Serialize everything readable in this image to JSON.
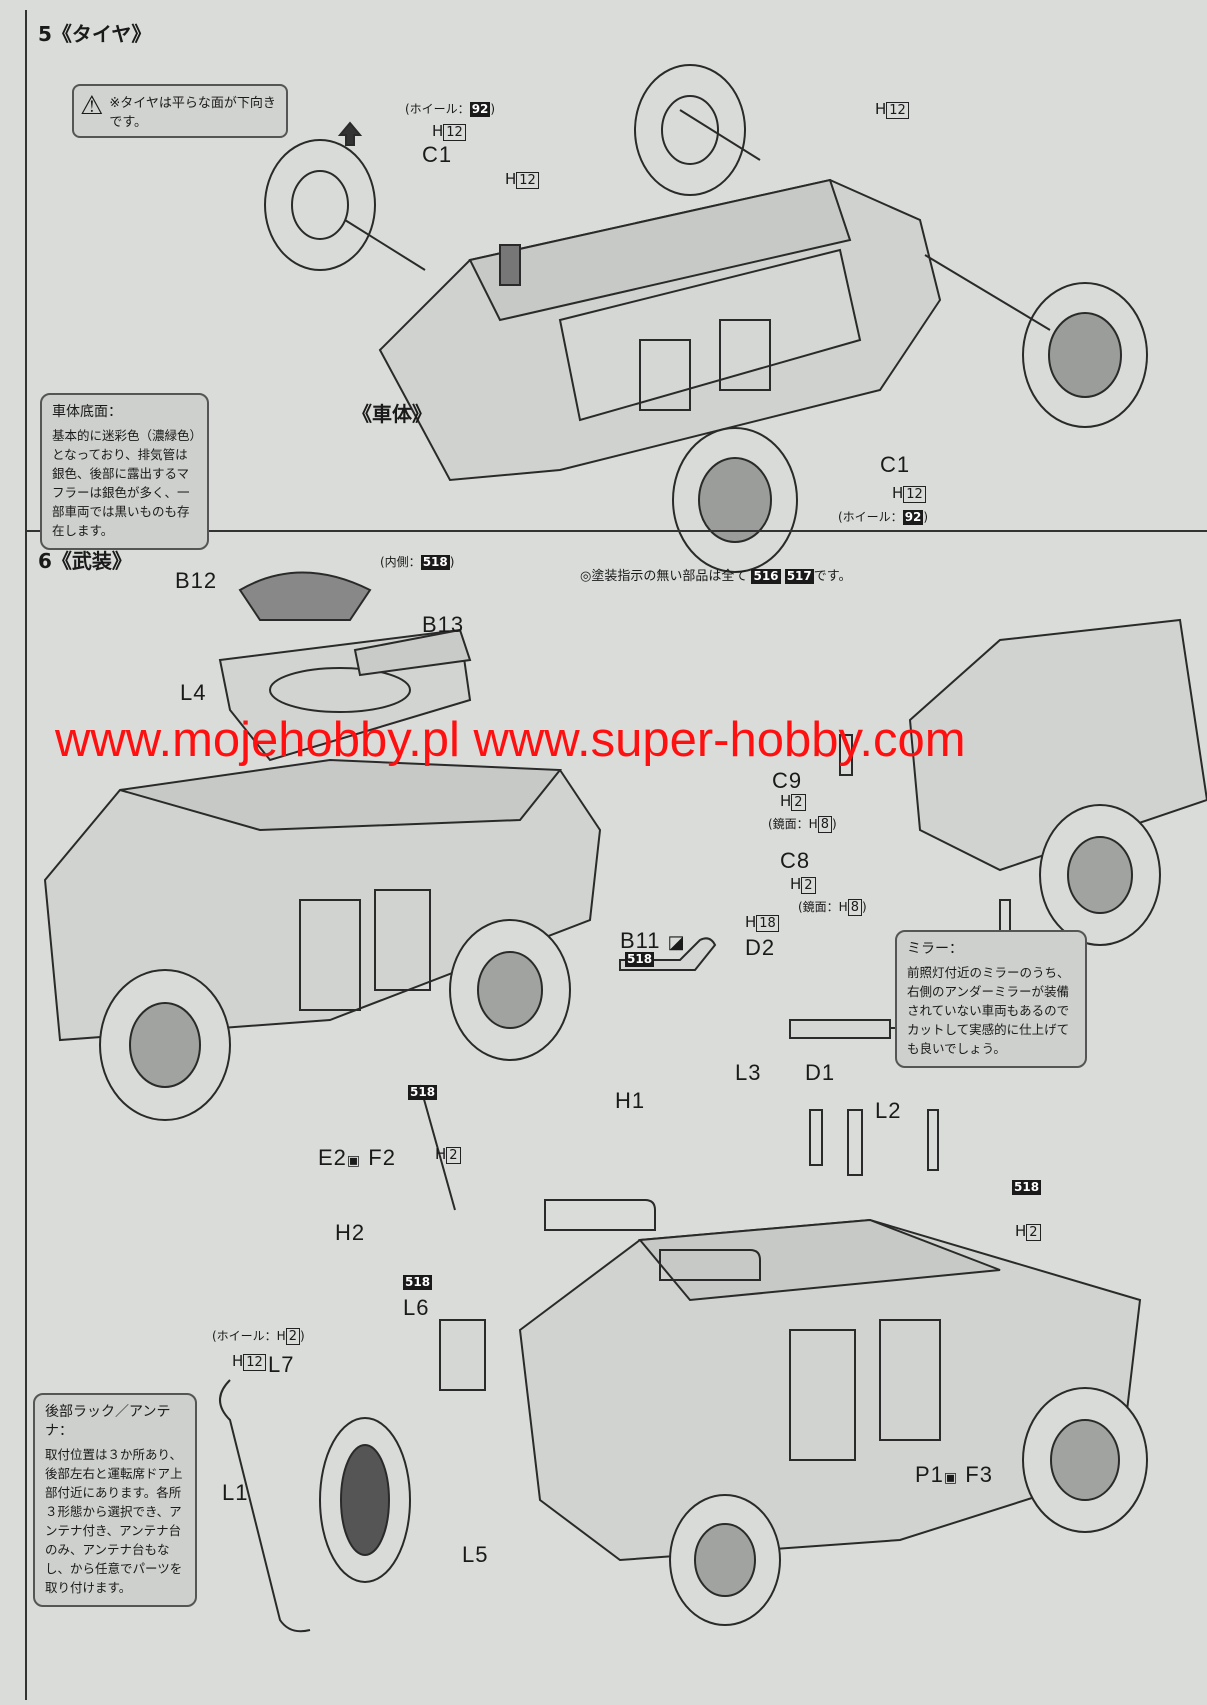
{
  "step5": {
    "title": "5《タイヤ》",
    "caution": "※タイヤは平らな面が下向きです。",
    "wheel_paint_top": {
      "prefix": "(ホイール：",
      "code": "92",
      "suffix": ")"
    },
    "c1_top_paint": "12",
    "c1_top_label": "C1",
    "h12_mid": "12",
    "h12_right": "12",
    "body_label": "《車体》",
    "note": {
      "title": "車体底面：",
      "body": "基本的に迷彩色（濃緑色）となっており、排気管は銀色、後部に露出するマフラーは銀色が多く、一部車両では黒いものも存在します。"
    },
    "c1_bottom_label": "C1",
    "c1_bottom_paint": "12",
    "wheel_paint_bottom": {
      "prefix": "(ホイール：",
      "code": "92",
      "suffix": ")"
    }
  },
  "step6": {
    "title": "6《武装》",
    "b12": "B12",
    "inner_paint": {
      "prefix": "(内側：",
      "code": "518",
      "suffix": ")"
    },
    "notice": {
      "prefix": "◎塗装指示の無い部品は全て",
      "code1": "516",
      "code2": "517",
      "suffix": "です。"
    },
    "b13": "B13",
    "l4": "L4",
    "c9": "C9",
    "c9_paint": "2",
    "c9_mirror": {
      "prefix": "(鏡面：H",
      "code": "8",
      "suffix": ")"
    },
    "c8": "C8",
    "c8_paint": "2",
    "c8_mirror": {
      "prefix": "(鏡面：H",
      "code": "8",
      "suffix": ")"
    },
    "b11": "B11",
    "b11_paint": "518",
    "d2_paint": "18",
    "d2": "D2",
    "mirror_note": {
      "title": "ミラー：",
      "body": "前照灯付近のミラーのうち、右側のアンダーミラーが装備されていない車両もあるのでカットして実感的に仕上げても良いでしょう。"
    },
    "l3": "L3",
    "d1": "D1",
    "h1": "H1",
    "l2": "L2",
    "antenna_paint": "518",
    "e2f2": {
      "a": "E2",
      "b": "F2"
    },
    "e2_paint": "2",
    "rack_paint": "518",
    "rack_h2": "2",
    "h2": "H2",
    "l6_paint": "518",
    "l6": "L6",
    "rear_note": {
      "title": "後部ラック／アンテナ：",
      "body": "取付位置は３か所あり、後部左右と運転席ドア上部付近にあります。各所３形態から選択でき、アンテナ付き、アンテナ台のみ、アンテナ台もなし、から任意でパーツを取り付けます。"
    },
    "spare_wheel_paint": {
      "prefix": "(ホイール：H",
      "code": "2",
      "suffix": ")"
    },
    "spare_tire_paint": "12",
    "l7": "L7",
    "l1": "L1",
    "l5": "L5",
    "p1f3": {
      "a": "P1",
      "b": "F3"
    }
  },
  "watermark": "www.mojehobby.pl www.super-hobby.com"
}
